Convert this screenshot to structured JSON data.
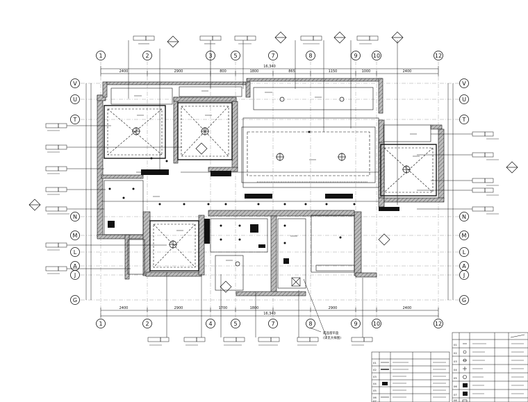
{
  "grid_axes_top": [
    "1",
    "2",
    "3",
    "5",
    "7",
    "8",
    "9",
    "10",
    "12"
  ],
  "grid_axes_bottom": [
    "1",
    "2",
    "4",
    "5",
    "7",
    "8",
    "9",
    "10",
    "12"
  ],
  "grid_rows_left": [
    "V",
    "U",
    "T",
    "N",
    "M",
    "L",
    "A",
    "J",
    "G"
  ],
  "grid_rows_right": [
    "V",
    "U",
    "T",
    "N",
    "M",
    "L",
    "A",
    "J",
    "G"
  ],
  "dims_top": [
    "2400",
    "2900",
    "800",
    "1800",
    "865",
    "1150",
    "1000",
    "2400"
  ],
  "dims_bottom": [
    "2400",
    "2900",
    "1700",
    "1800",
    "2900",
    "2400"
  ],
  "overall_top": "16,340",
  "overall_bottom": "16,340",
  "footer_note_1": "成品窗帘盒",
  "footer_note_2": "(详见大样图)",
  "legend_rows": [
    "01",
    "02",
    "03",
    "04",
    "05",
    "06",
    "07",
    "08"
  ],
  "schedule_rows": [
    "01",
    "02",
    "03",
    "04",
    "05",
    "06",
    "07"
  ]
}
